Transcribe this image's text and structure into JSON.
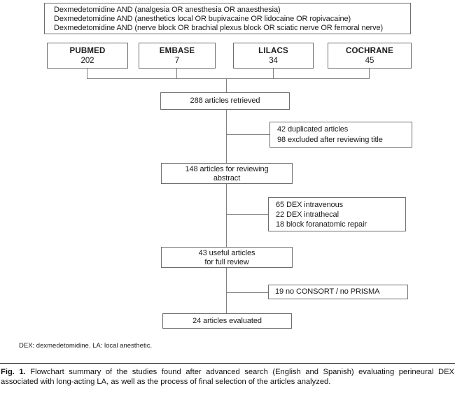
{
  "colors": {
    "box_border": "#6e6e6e",
    "connector_line": "#808080",
    "text": "#1a1a1a",
    "background": "#ffffff"
  },
  "flowchart": {
    "search_box": {
      "lines": [
        "Dexmedetomidine AND (analgesia OR anesthesia OR anaesthesia)",
        "Dexmedetomidine AND (anesthetics local OR bupivacaine OR lidocaine OR ropivacaine)",
        "Dexmedetomidine AND (nerve block OR brachial plexus block OR sciatic nerve OR femoral nerve)"
      ]
    },
    "databases": [
      {
        "name": "PUBMED",
        "count": "202"
      },
      {
        "name": "EMBASE",
        "count": "7"
      },
      {
        "name": "LILACS",
        "count": "34"
      },
      {
        "name": "COCHRANE",
        "count": "45"
      }
    ],
    "retrieved_box": "288 articles retrieved",
    "excluded_box_1": {
      "lines": [
        "42 duplicated articles",
        "98 excluded after reviewing title"
      ]
    },
    "abstract_box": {
      "lines": [
        "148 articles for reviewing",
        "abstract"
      ]
    },
    "excluded_box_2": {
      "lines": [
        "65 DEX intravenous",
        "22 DEX intrathecal",
        "18 block foranatomic repair"
      ]
    },
    "full_review_box": {
      "lines": [
        "43 useful articles",
        "for full review"
      ]
    },
    "excluded_box_3": "19 no CONSORT / no PRISMA",
    "evaluated_box": "24 articles evaluated",
    "footnote": "DEX: dexmedetomidine. LA: local anesthetic."
  },
  "caption": {
    "label": "Fig. 1.",
    "text": "Flowchart summary of the studies found after advanced search (English and Spanish) evaluating perineural DEX associated with long-acting LA, as well as the process of final selection of the articles analyzed."
  }
}
